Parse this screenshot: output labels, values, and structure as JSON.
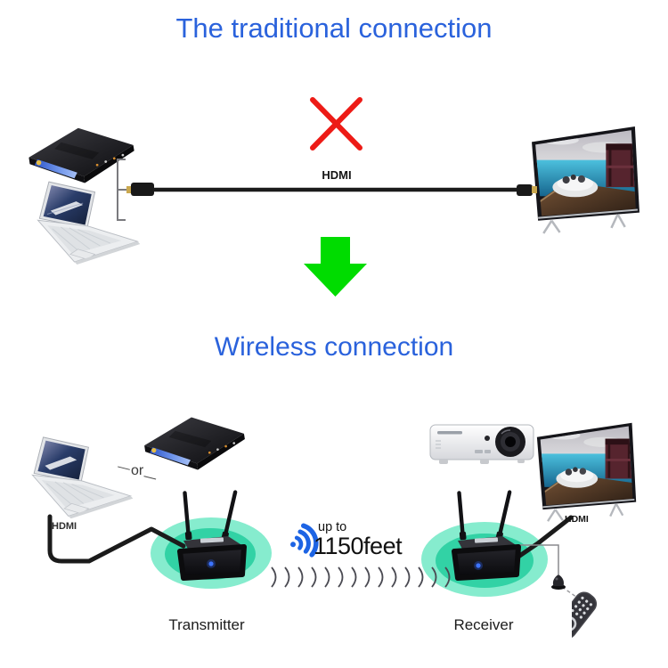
{
  "colors": {
    "title_blue": "#2a62dc",
    "cross_red": "#ed1b16",
    "arrow_green": "#00dc00",
    "halo_outer": "#86ecce",
    "halo_inner": "#32d2a5",
    "wifi_blue": "#1d64e4",
    "cable_black": "#1b1b1b"
  },
  "traditional": {
    "title": "The traditional connection",
    "cable_label": "HDMI"
  },
  "wireless": {
    "title": "Wireless connection",
    "or_label": "or",
    "source_cable_label": "HDMI",
    "range_prefix": "up to",
    "range_value": "1150feet",
    "transmitter_label": "Transmitter",
    "receiver_label": "Receiver",
    "display_cable_label": "HDMI"
  }
}
